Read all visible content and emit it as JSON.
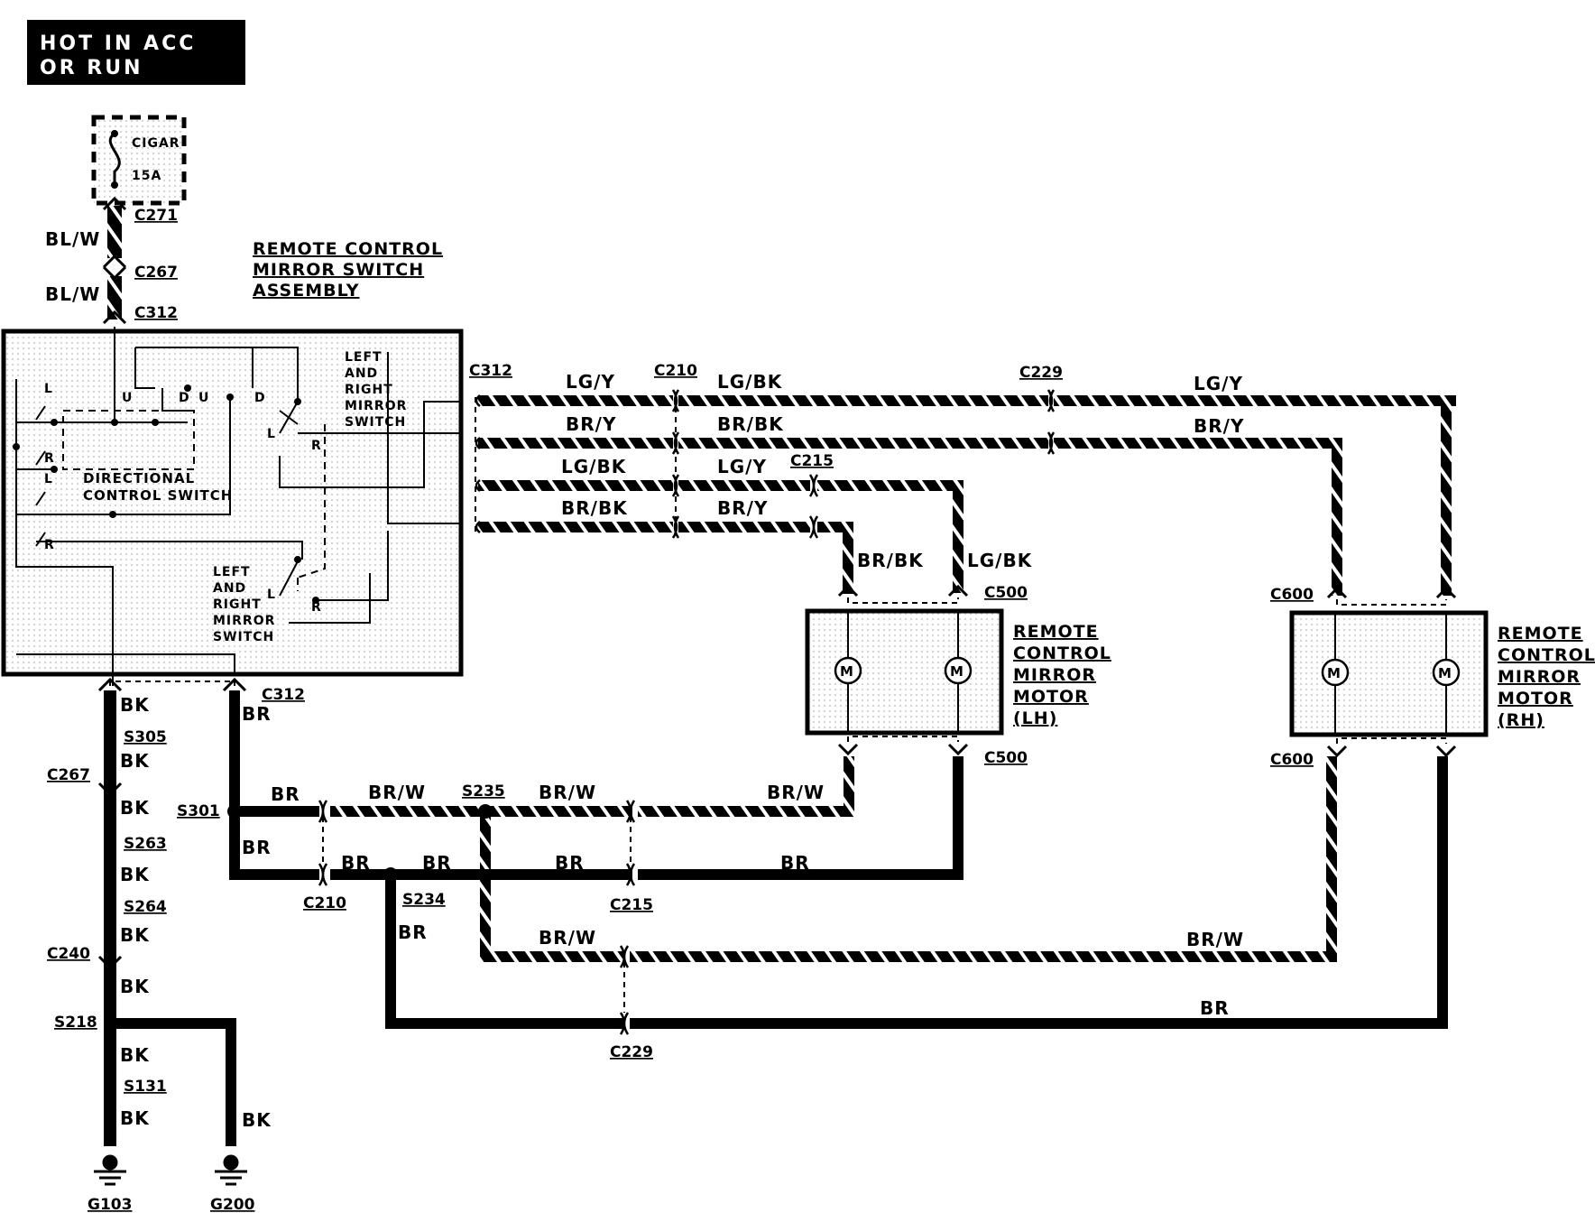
{
  "power": {
    "banner_line1": "HOT IN ACC",
    "banner_line2": "OR RUN",
    "fuse_name": "CIGAR",
    "fuse_rating": "15A"
  },
  "switch_assembly": {
    "title_line1": "REMOTE CONTROL",
    "title_line2": "MIRROR SWITCH",
    "title_line3": "ASSEMBLY",
    "directional_line1": "DIRECTIONAL",
    "directional_line2": "CONTROL SWITCH",
    "lr_switch_line1": "LEFT",
    "lr_switch_line2": "AND",
    "lr_switch_line3": "RIGHT",
    "lr_switch_line4": "MIRROR",
    "lr_switch_line5": "SWITCH",
    "pos_u": "U",
    "pos_d": "D",
    "pos_l": "L",
    "pos_r": "R"
  },
  "motors": {
    "lh_line1": "REMOTE",
    "lh_line2": "CONTROL",
    "lh_line3": "MIRROR",
    "lh_line4": "MOTOR",
    "lh_line5": "(LH)",
    "rh_line1": "REMOTE",
    "rh_line2": "CONTROL",
    "rh_line3": "MIRROR",
    "rh_line4": "MOTOR",
    "rh_line5": "(RH)",
    "motor_symbol": "M"
  },
  "connectors": {
    "c271": "C271",
    "c267": "C267",
    "c312": "C312",
    "c210": "C210",
    "c229": "C229",
    "c215": "C215",
    "c500": "C500",
    "c600": "C600",
    "c240": "C240"
  },
  "splices": {
    "s305": "S305",
    "s263": "S263",
    "s264": "S264",
    "s218": "S218",
    "s131": "S131",
    "s301": "S301",
    "s235": "S235",
    "s234": "S234"
  },
  "grounds": {
    "g103": "G103",
    "g200": "G200"
  },
  "wires": {
    "bl_w": "BL/W",
    "lg_y": "LG/Y",
    "lg_bk": "LG/BK",
    "br_y": "BR/Y",
    "br_bk": "BR/BK",
    "br_w": "BR/W",
    "bk": "BK",
    "br": "BR"
  },
  "colors": {
    "ink": "#000000",
    "background": "#ffffff",
    "shading": "#d0d0d0"
  }
}
